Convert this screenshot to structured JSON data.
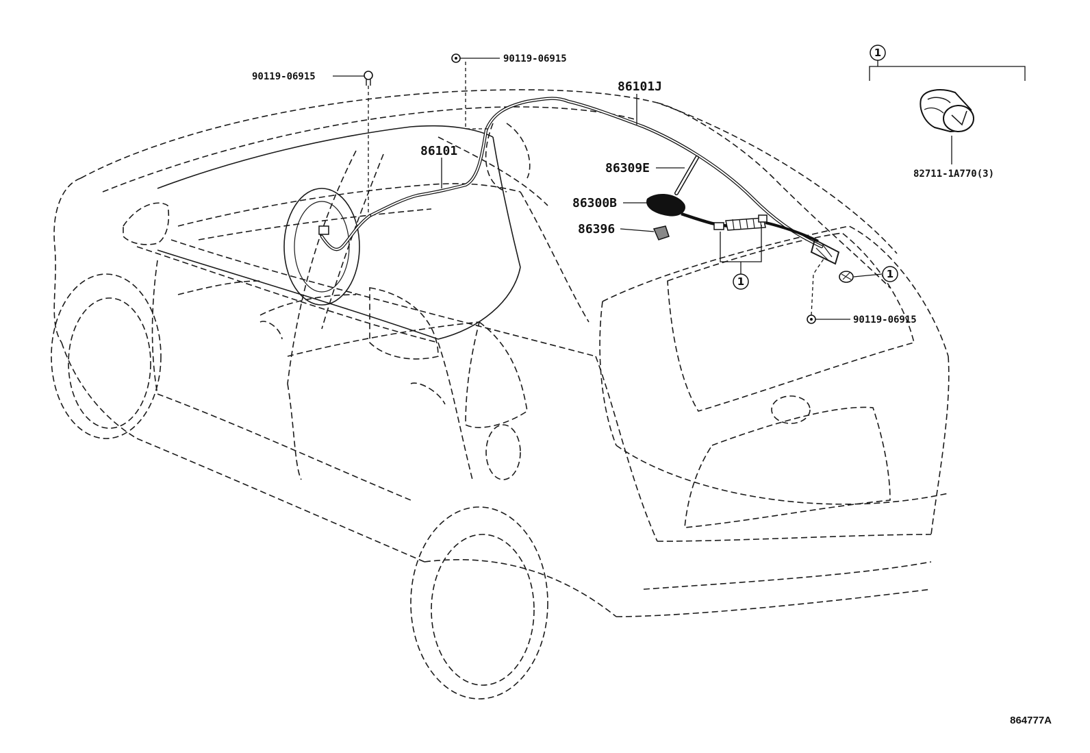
{
  "diagram": {
    "labels": {
      "bolt_top": "90119-06915",
      "bolt_left": "90119-06915",
      "bolt_right": "90119-06915",
      "harness_roof": "86101J",
      "harness_pillar": "86101",
      "antenna_rod": "86309E",
      "antenna_base": "86300B",
      "cover": "86396",
      "clip_part": "82711-1A770(3)"
    },
    "callout_marker": "1",
    "figure_number": "864777A"
  }
}
